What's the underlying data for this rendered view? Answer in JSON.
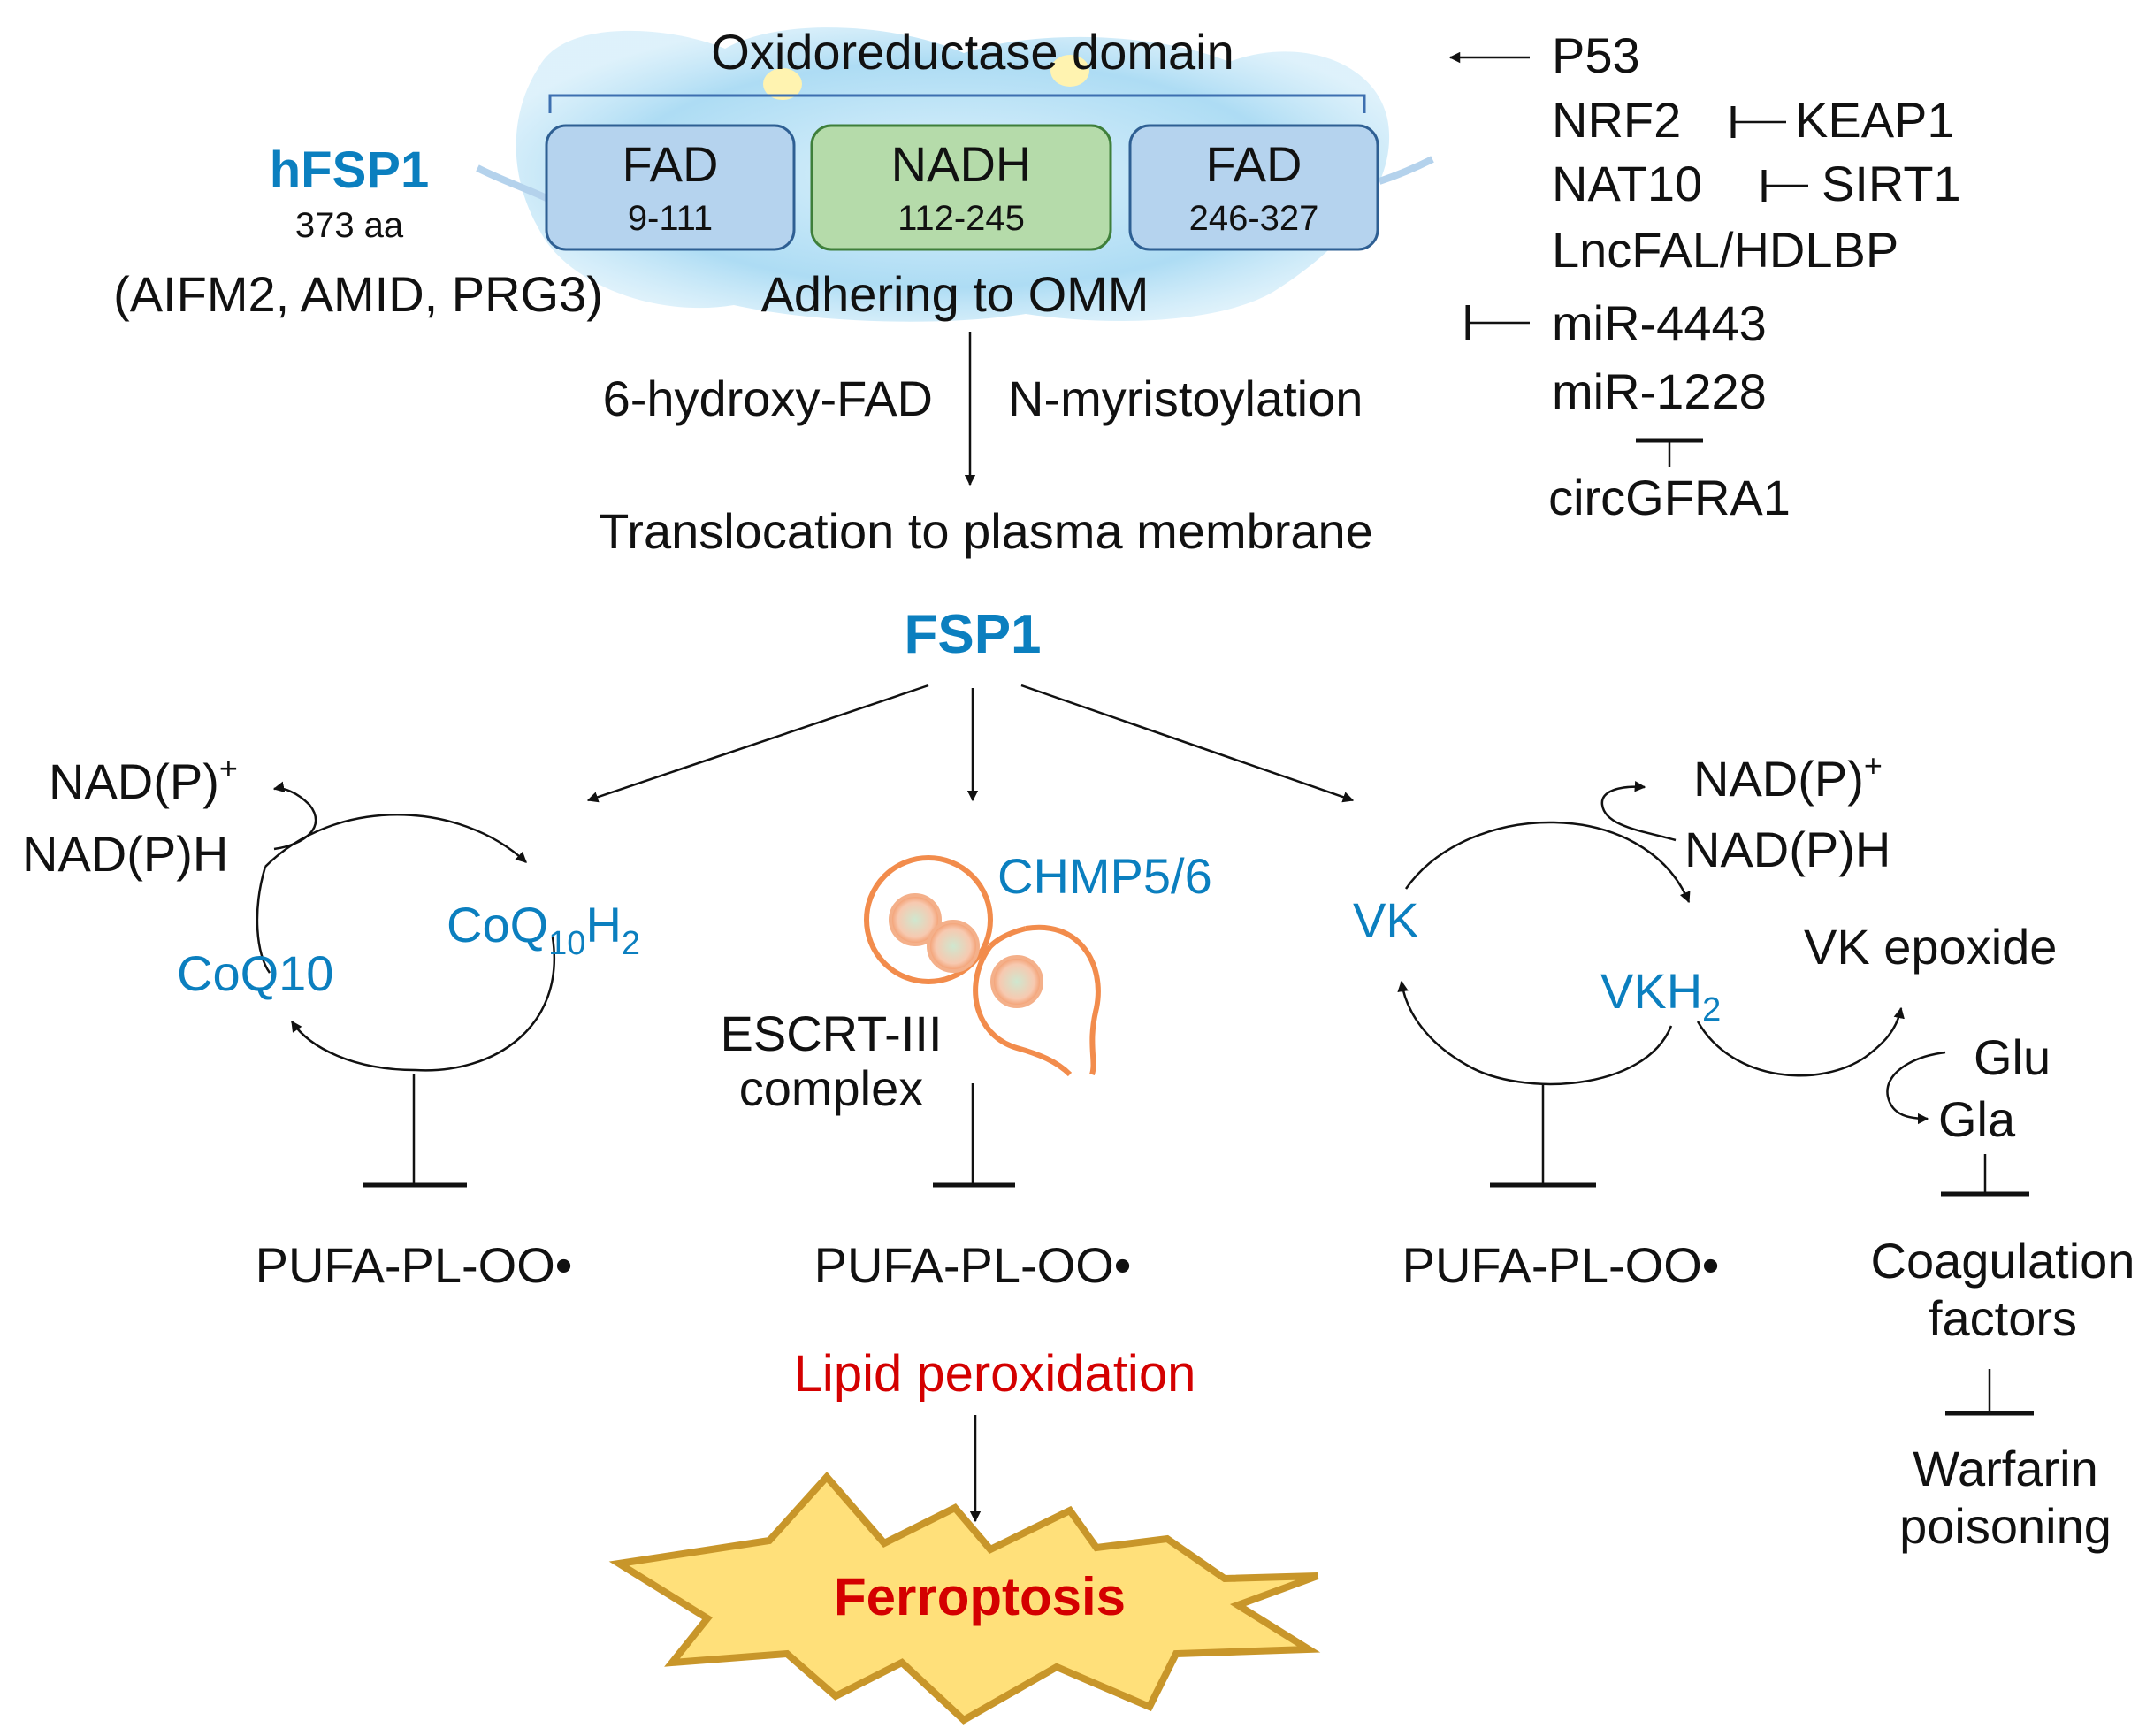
{
  "protein": {
    "name": "hFSP1",
    "length": "373 aa",
    "aliases": "(AIFM2, AMID, PRG3)",
    "domain_label": "Oxidoreductase domain",
    "domains": [
      {
        "name": "FAD",
        "range": "9-111"
      },
      {
        "name": "NADH",
        "range": "112-245"
      },
      {
        "name": "FAD",
        "range": "246-327"
      }
    ],
    "membrane_label": "Adhering to OMM"
  },
  "translocation": {
    "left_label": "6-hydroxy-FAD",
    "right_label": "N-myristoylation",
    "result": "Translocation to plasma membrane"
  },
  "regulators": {
    "activator": "P53",
    "nrf2": "NRF2",
    "keap1": "KEAP1",
    "nat10": "NAT10",
    "sirt1": "SIRT1",
    "lncfal": "LncFAL/HDLBP",
    "mir4443": "miR-4443",
    "mir1228": "miR-1228",
    "circ": "circGFRA1"
  },
  "center_node": "FSP1",
  "left_cycle": {
    "nadp_plus": "NAD(P)",
    "plus_sup": "+",
    "nadph": "NAD(P)H",
    "coq10": "CoQ10",
    "coq_base": "CoQ",
    "coq_sub1": "10",
    "coq_h": "H",
    "coq_sub2": "2",
    "target": "PUFA-PL-OO•"
  },
  "middle_branch": {
    "chmp": "CHMP5/6",
    "escrt_line1": "ESCRT-III",
    "escrt_line2": "complex",
    "target": "PUFA-PL-OO•"
  },
  "right_cycle": {
    "nadp_plus": "NAD(P)",
    "plus_sup": "+",
    "nadph": "NAD(P)H",
    "vk": "VK",
    "vkh_base": "VKH",
    "vkh_sub": "2",
    "vk_epoxide": "VK epoxide",
    "glu": "Glu",
    "gla": "Gla",
    "target": "PUFA-PL-OO•",
    "coag_line1": "Coagulation",
    "coag_line2": "factors",
    "warfarin_line1": "Warfarin",
    "warfarin_line2": "poisoning"
  },
  "lipid_peroxidation": "Lipid peroxidation",
  "outcome": "Ferroptosis",
  "colors": {
    "blue_label": "#0b7fbf",
    "red_label": "#d40000",
    "fad_box": "#b5d3ee",
    "nadh_box": "#b5dbaa",
    "burst_fill": "#ffe07a",
    "burst_stroke": "#c8962a",
    "vesicle": "#f28c4c"
  }
}
